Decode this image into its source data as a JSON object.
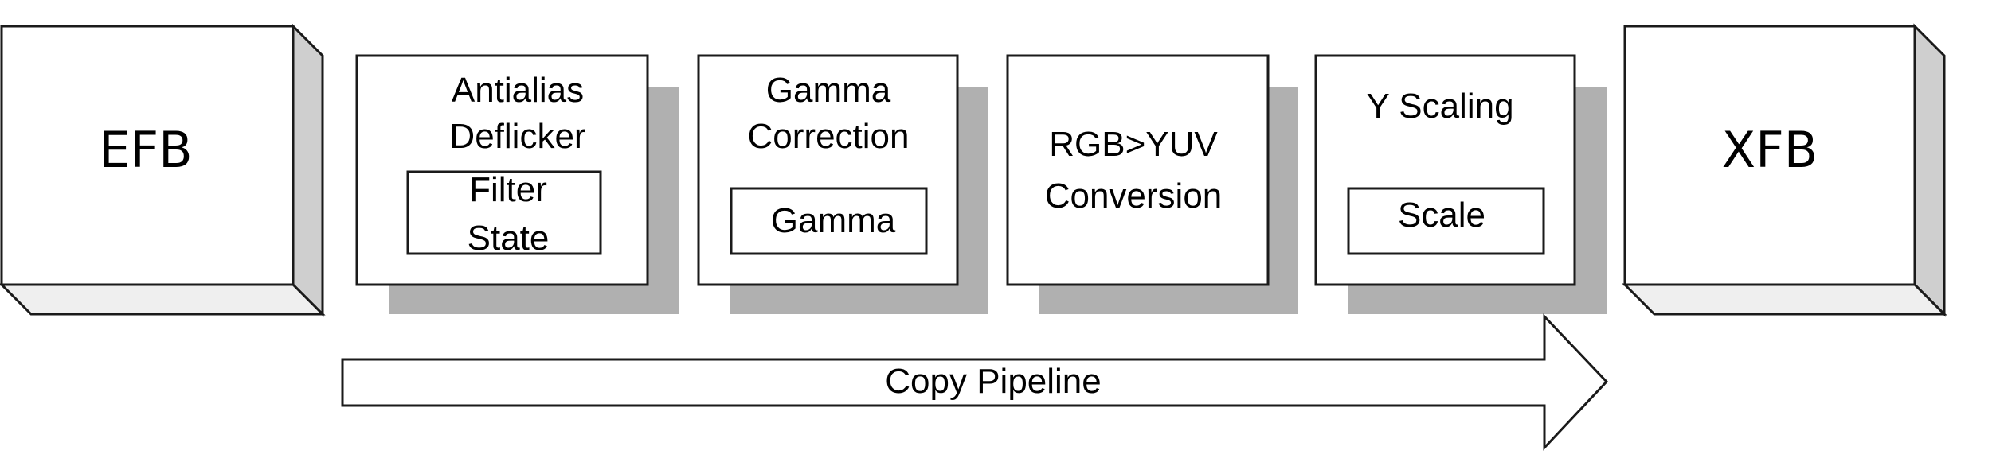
{
  "diagram": {
    "source": {
      "label": "EFB"
    },
    "destination": {
      "label": "XFB"
    },
    "stages": [
      {
        "title_line1": "Antialias",
        "title_line2": "Deflicker",
        "param_line1": "Filter",
        "param_line2": "State"
      },
      {
        "title_line1": "Gamma",
        "title_line2": "Correction",
        "param_line1": "Gamma"
      },
      {
        "title_line1": "RGB>YUV",
        "title_line2": "Conversion"
      },
      {
        "title_line1": "Y Scaling",
        "param_line1": "Scale"
      }
    ],
    "arrow_label": "Copy Pipeline"
  },
  "colors": {
    "stroke": "#1a1a1a",
    "shadow": "#b0b0b0",
    "face_3d_light": "#efefef",
    "face_3d_dark": "#cfcfcf"
  }
}
